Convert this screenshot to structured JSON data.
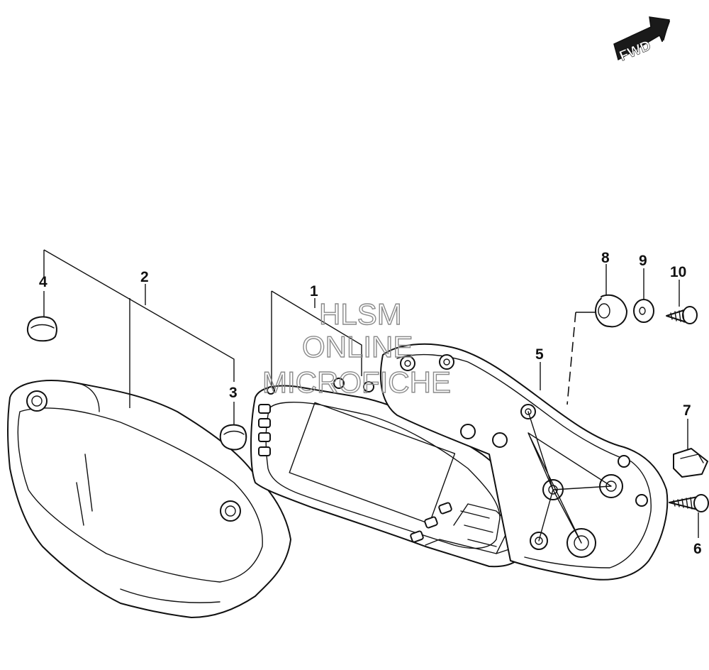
{
  "direction_badge": {
    "label": "FWD",
    "icon": "forward-arrow-icon"
  },
  "watermark": {
    "line1": "HLSM",
    "line2": "ONLINE",
    "line3": "MICROFICHE"
  },
  "callouts": {
    "c1": "1",
    "c2": "2",
    "c3": "3",
    "c4": "4",
    "c5": "5",
    "c6": "6",
    "c7": "7",
    "c8": "8",
    "c9": "9",
    "c10": "10"
  },
  "colors": {
    "line": "#111111",
    "background": "#ffffff",
    "watermark": "#8a8a8a"
  }
}
